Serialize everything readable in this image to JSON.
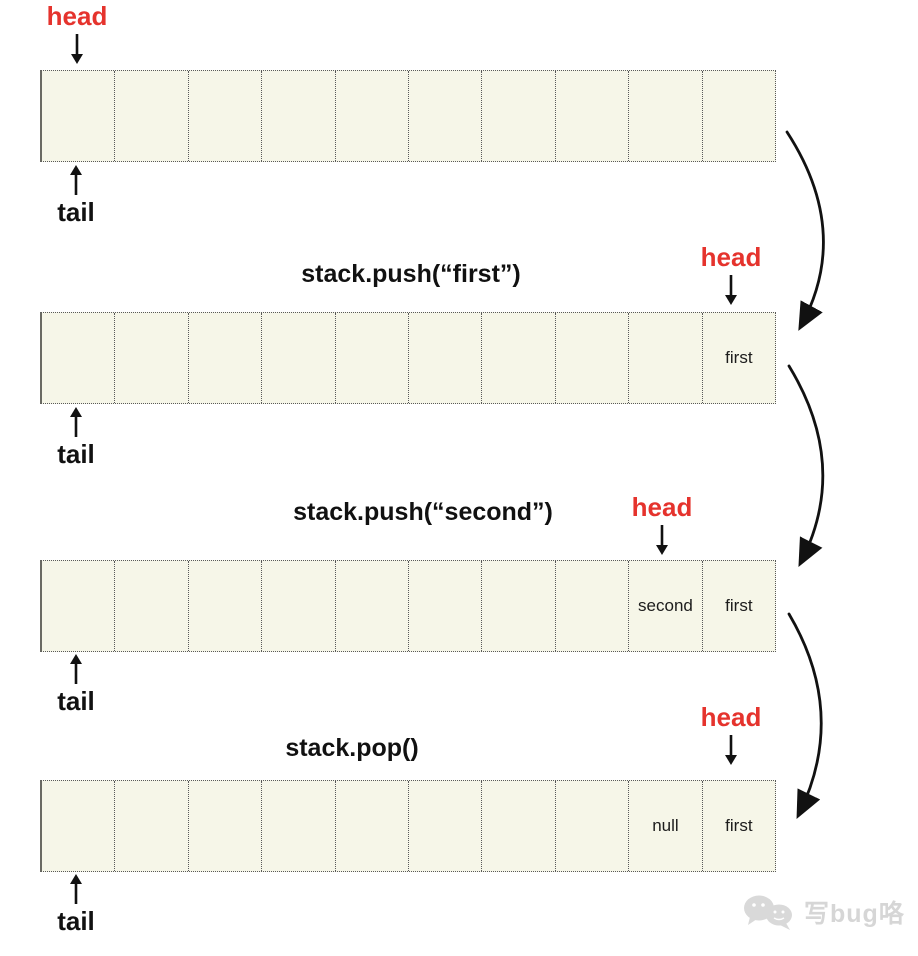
{
  "colors": {
    "accent_red": "#e5332d",
    "ink": "#111111",
    "cell_background": "#f6f6e8",
    "cell_border": "#5a5a5a",
    "watermark_gray": "#d6d6d6"
  },
  "labels": {
    "head": "head",
    "tail": "tail"
  },
  "steps": [
    {
      "title": "",
      "head_cell_index": 0,
      "tail_cell_index": 0,
      "cells": [
        "",
        "",
        "",
        "",
        "",
        "",
        "",
        "",
        "",
        ""
      ]
    },
    {
      "title": "stack.push(“first”)",
      "head_cell_index": 9,
      "tail_cell_index": 0,
      "cells": [
        "",
        "",
        "",
        "",
        "",
        "",
        "",
        "",
        "",
        "first"
      ]
    },
    {
      "title": "stack.push(“second”)",
      "head_cell_index": 8,
      "tail_cell_index": 0,
      "cells": [
        "",
        "",
        "",
        "",
        "",
        "",
        "",
        "",
        "second",
        "first"
      ]
    },
    {
      "title": "stack.pop()",
      "head_cell_index": 9,
      "tail_cell_index": 0,
      "cells": [
        "",
        "",
        "",
        "",
        "",
        "",
        "",
        "",
        "null",
        "first"
      ]
    }
  ],
  "watermark": {
    "icon": "wechat-chat-bubbles-icon",
    "text": "写bug咯"
  }
}
